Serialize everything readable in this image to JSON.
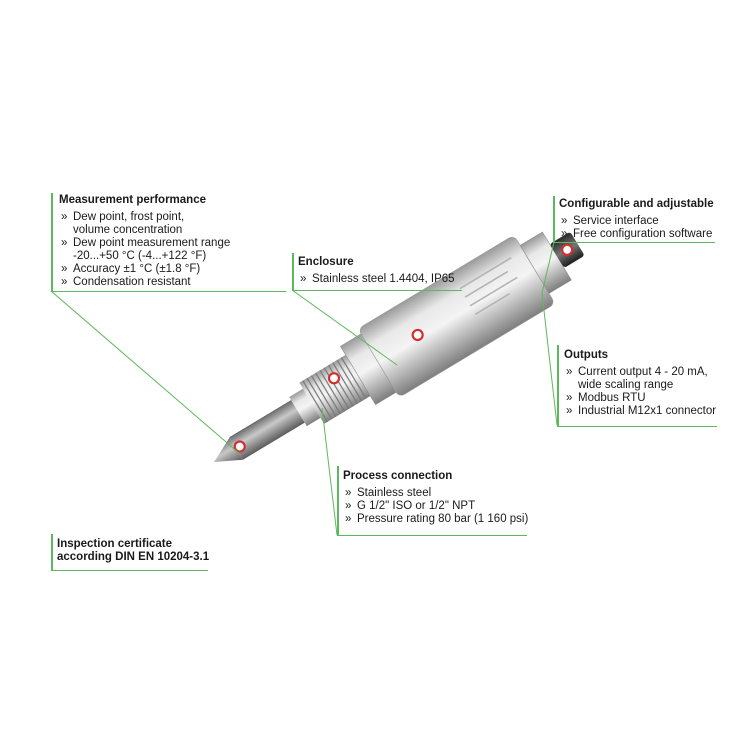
{
  "colors": {
    "accent_line": "#5cb85c",
    "marker": "#d32f2f",
    "steel_light": "#e2e2e2",
    "steel_dark": "#8a8a8a"
  },
  "callouts": {
    "measurement": {
      "title": "Measurement performance",
      "items": [
        "Dew point, frost point,",
        "volume concentration",
        "Dew point measurement range",
        "-20...+50 °C (-4...+122 °F)",
        "Accuracy ±1 °C (±1.8 °F)",
        "Condensation resistant"
      ]
    },
    "enclosure": {
      "title": "Enclosure",
      "items": [
        "Stainless steel 1.4404,  IP65"
      ]
    },
    "configurable": {
      "title": "Configurable and adjustable",
      "items": [
        "Service interface",
        "Free configuration software"
      ]
    },
    "outputs": {
      "title": "Outputs",
      "items": [
        "Current output 4 - 20 mA,",
        "wide scaling range",
        "Modbus RTU",
        "Industrial M12x1 connector"
      ]
    },
    "process": {
      "title": "Process connection",
      "items": [
        "Stainless steel",
        "G 1/2\" ISO or 1/2\" NPT",
        "Pressure rating 80 bar (1 160 psi)"
      ]
    },
    "certificate": {
      "line1": "Inspection certificate",
      "line2": "according DIN EN 10204-3.1"
    }
  }
}
